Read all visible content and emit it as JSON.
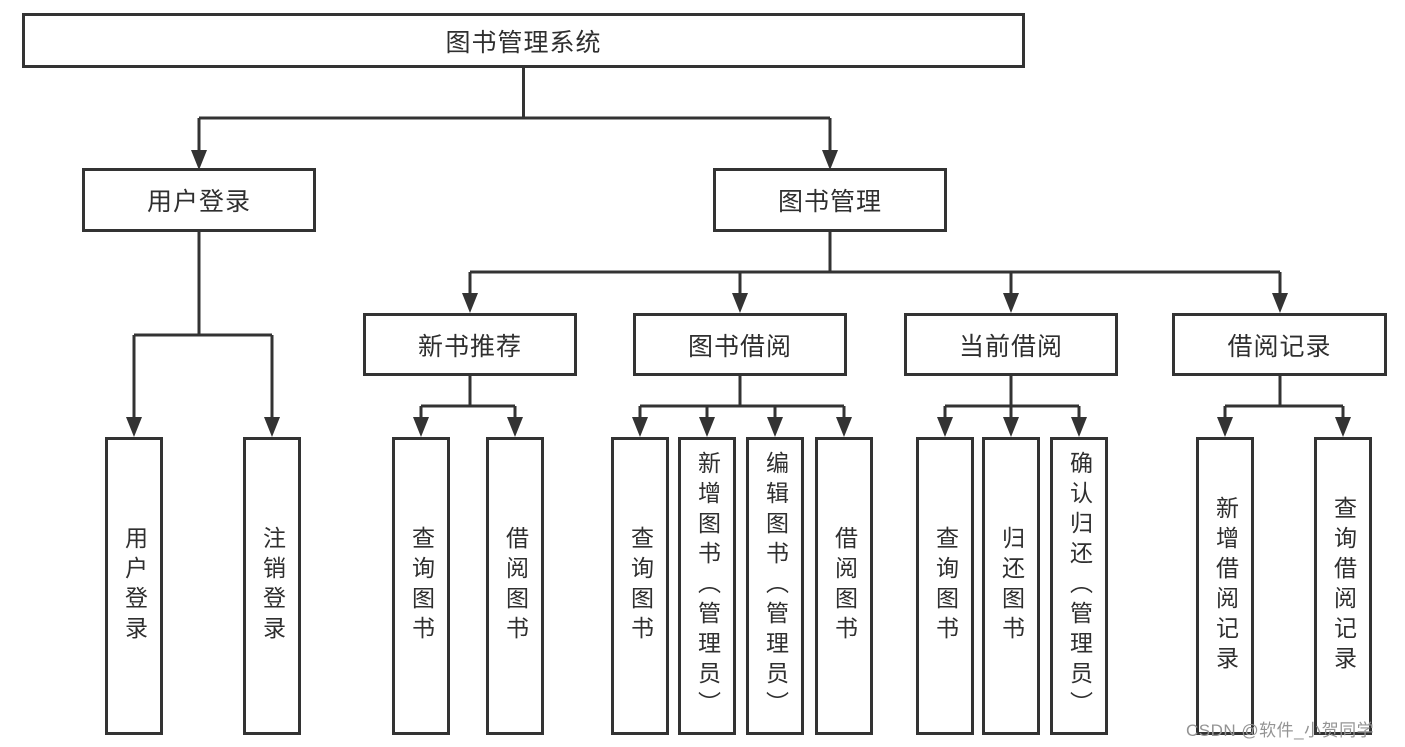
{
  "nodes": {
    "root": {
      "label": "图书管理系统"
    },
    "level2": [
      {
        "label": "用户登录"
      },
      {
        "label": "图书管理"
      }
    ],
    "level3": [
      {
        "label": "新书推荐"
      },
      {
        "label": "图书借阅"
      },
      {
        "label": "当前借阅"
      },
      {
        "label": "借阅记录"
      }
    ],
    "leaves": {
      "user_login": [
        "用户登录",
        "注销登录"
      ],
      "new_book_recommend": [
        "查询图书",
        "借阅图书"
      ],
      "book_borrow": [
        "查询图书",
        "新增图书（管理员）",
        "编辑图书（管理员）",
        "借阅图书"
      ],
      "current_borrow": [
        "查询图书",
        "归还图书",
        "确认归还（管理员）"
      ],
      "borrow_records": [
        "新增借阅记录",
        "查询借阅记录"
      ]
    }
  },
  "watermark": {
    "text": "CSDN @软件_小贺同学",
    "color": "#949494"
  },
  "colors": {
    "line": "#333333",
    "text": "#2f2f2f",
    "background": "#ffffff"
  }
}
